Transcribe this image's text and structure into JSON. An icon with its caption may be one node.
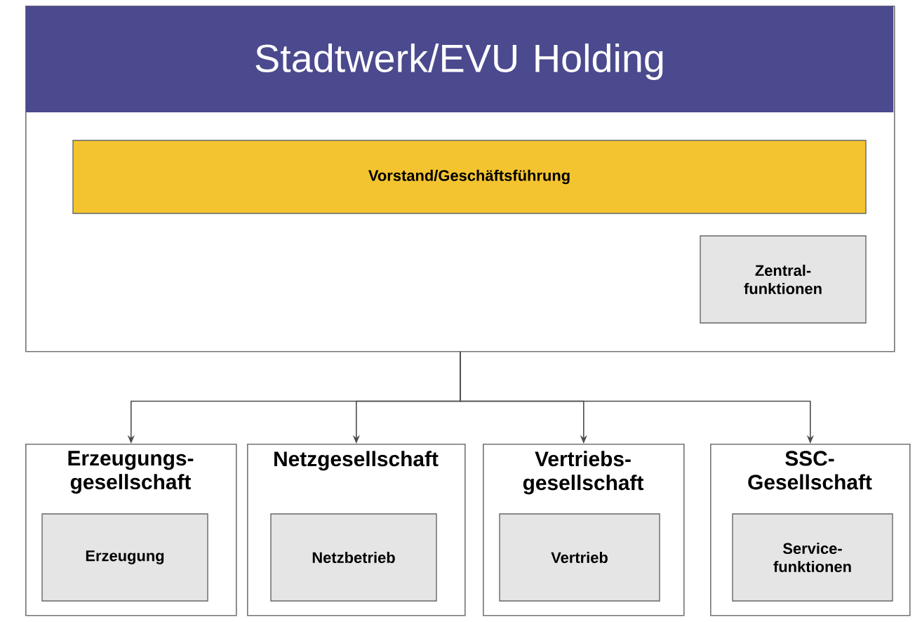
{
  "diagram": {
    "nodes": [
      {
        "text": [
          "Stadtwerk/EVU Holding"
        ]
      },
      {
        "text": [
          "Vorstand/Geschäftsführung"
        ],
        "in": 0
      },
      {
        "text": [
          "Zentral- funktionen"
        ],
        "in": 0
      },
      {
        "text": [
          "Erzeugungs- gesellschaft"
        ]
      },
      {
        "text": [
          "Erzeugung"
        ],
        "in": 3
      },
      {
        "text": [
          "Netzgesellschaft"
        ]
      },
      {
        "text": [
          "Netzbetrieb"
        ],
        "in": 5
      },
      {
        "text": [
          "Vertriebs- gesellschaft"
        ]
      },
      {
        "text": [
          "Vertrieb"
        ],
        "in": 7
      },
      {
        "text": [
          "SSC- Gesellschaft"
        ]
      },
      {
        "text": [
          "Service- funktionen"
        ],
        "in": 9
      }
    ],
    "edges": [
      {
        "from": 0,
        "to": 3,
        "arrow": "to"
      },
      {
        "from": 0,
        "to": 5,
        "arrow": "to"
      },
      {
        "from": 0,
        "to": 7,
        "arrow": "to"
      },
      {
        "from": 0,
        "to": 9,
        "arrow": "to"
      }
    ]
  }
}
